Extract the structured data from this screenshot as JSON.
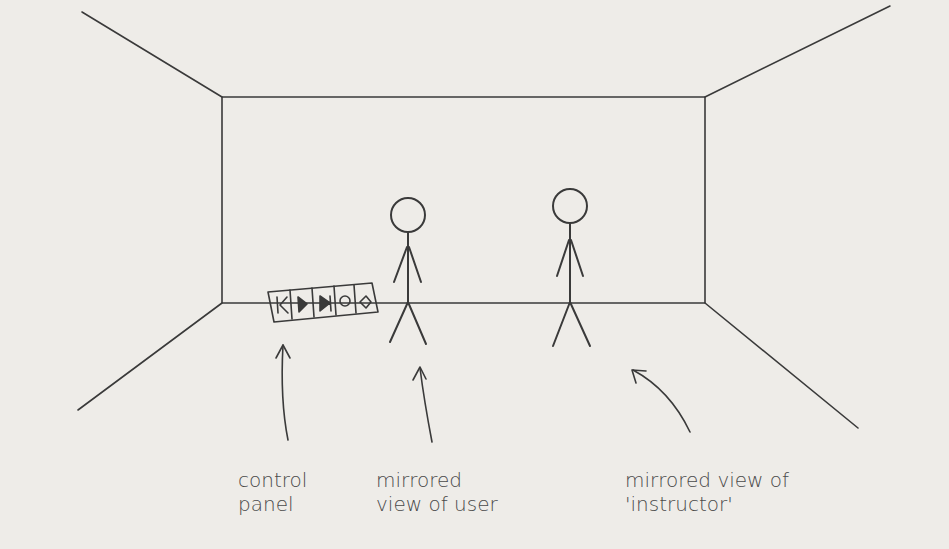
{
  "diagram": {
    "labels": [
      "control panel",
      "mirrored view of user",
      "mirrored view of 'instructor'"
    ]
  }
}
